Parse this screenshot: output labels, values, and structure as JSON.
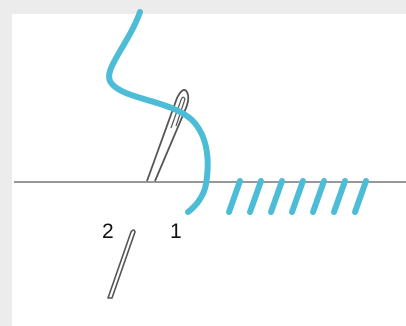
{
  "diagram": {
    "thread_color": "#4dbcd6",
    "fabric_line_color": "#777777",
    "needle_color": "#555555",
    "background_color": "#ececec",
    "panel_color": "#ffffff",
    "stitch_count": 7,
    "labels": {
      "point_two": "2",
      "point_one": "1"
    }
  }
}
